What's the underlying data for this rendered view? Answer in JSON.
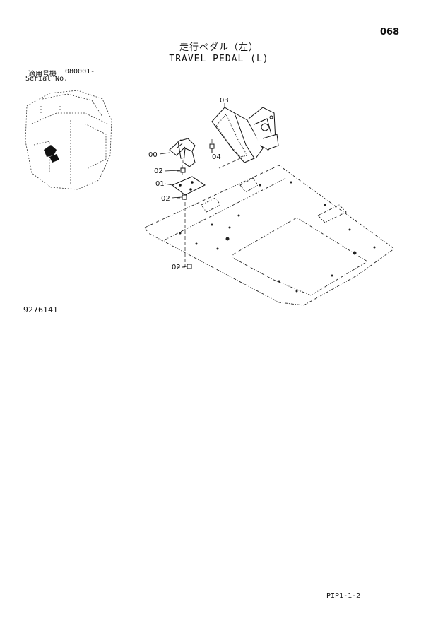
{
  "header": {
    "page_number": "068",
    "title_jp": "走行ペダル（左）",
    "title_en": "TRAVEL PEDAL (L)",
    "serial_label_jp": "適用号機",
    "serial_value": "080001-",
    "serial_label_en": "Serial No."
  },
  "diagram": {
    "part_labels": [
      "03",
      "00",
      "04",
      "02",
      "01",
      "02",
      "02"
    ]
  },
  "drawing_number": "9276141",
  "footer": {
    "code": "PIP1-1-2"
  }
}
